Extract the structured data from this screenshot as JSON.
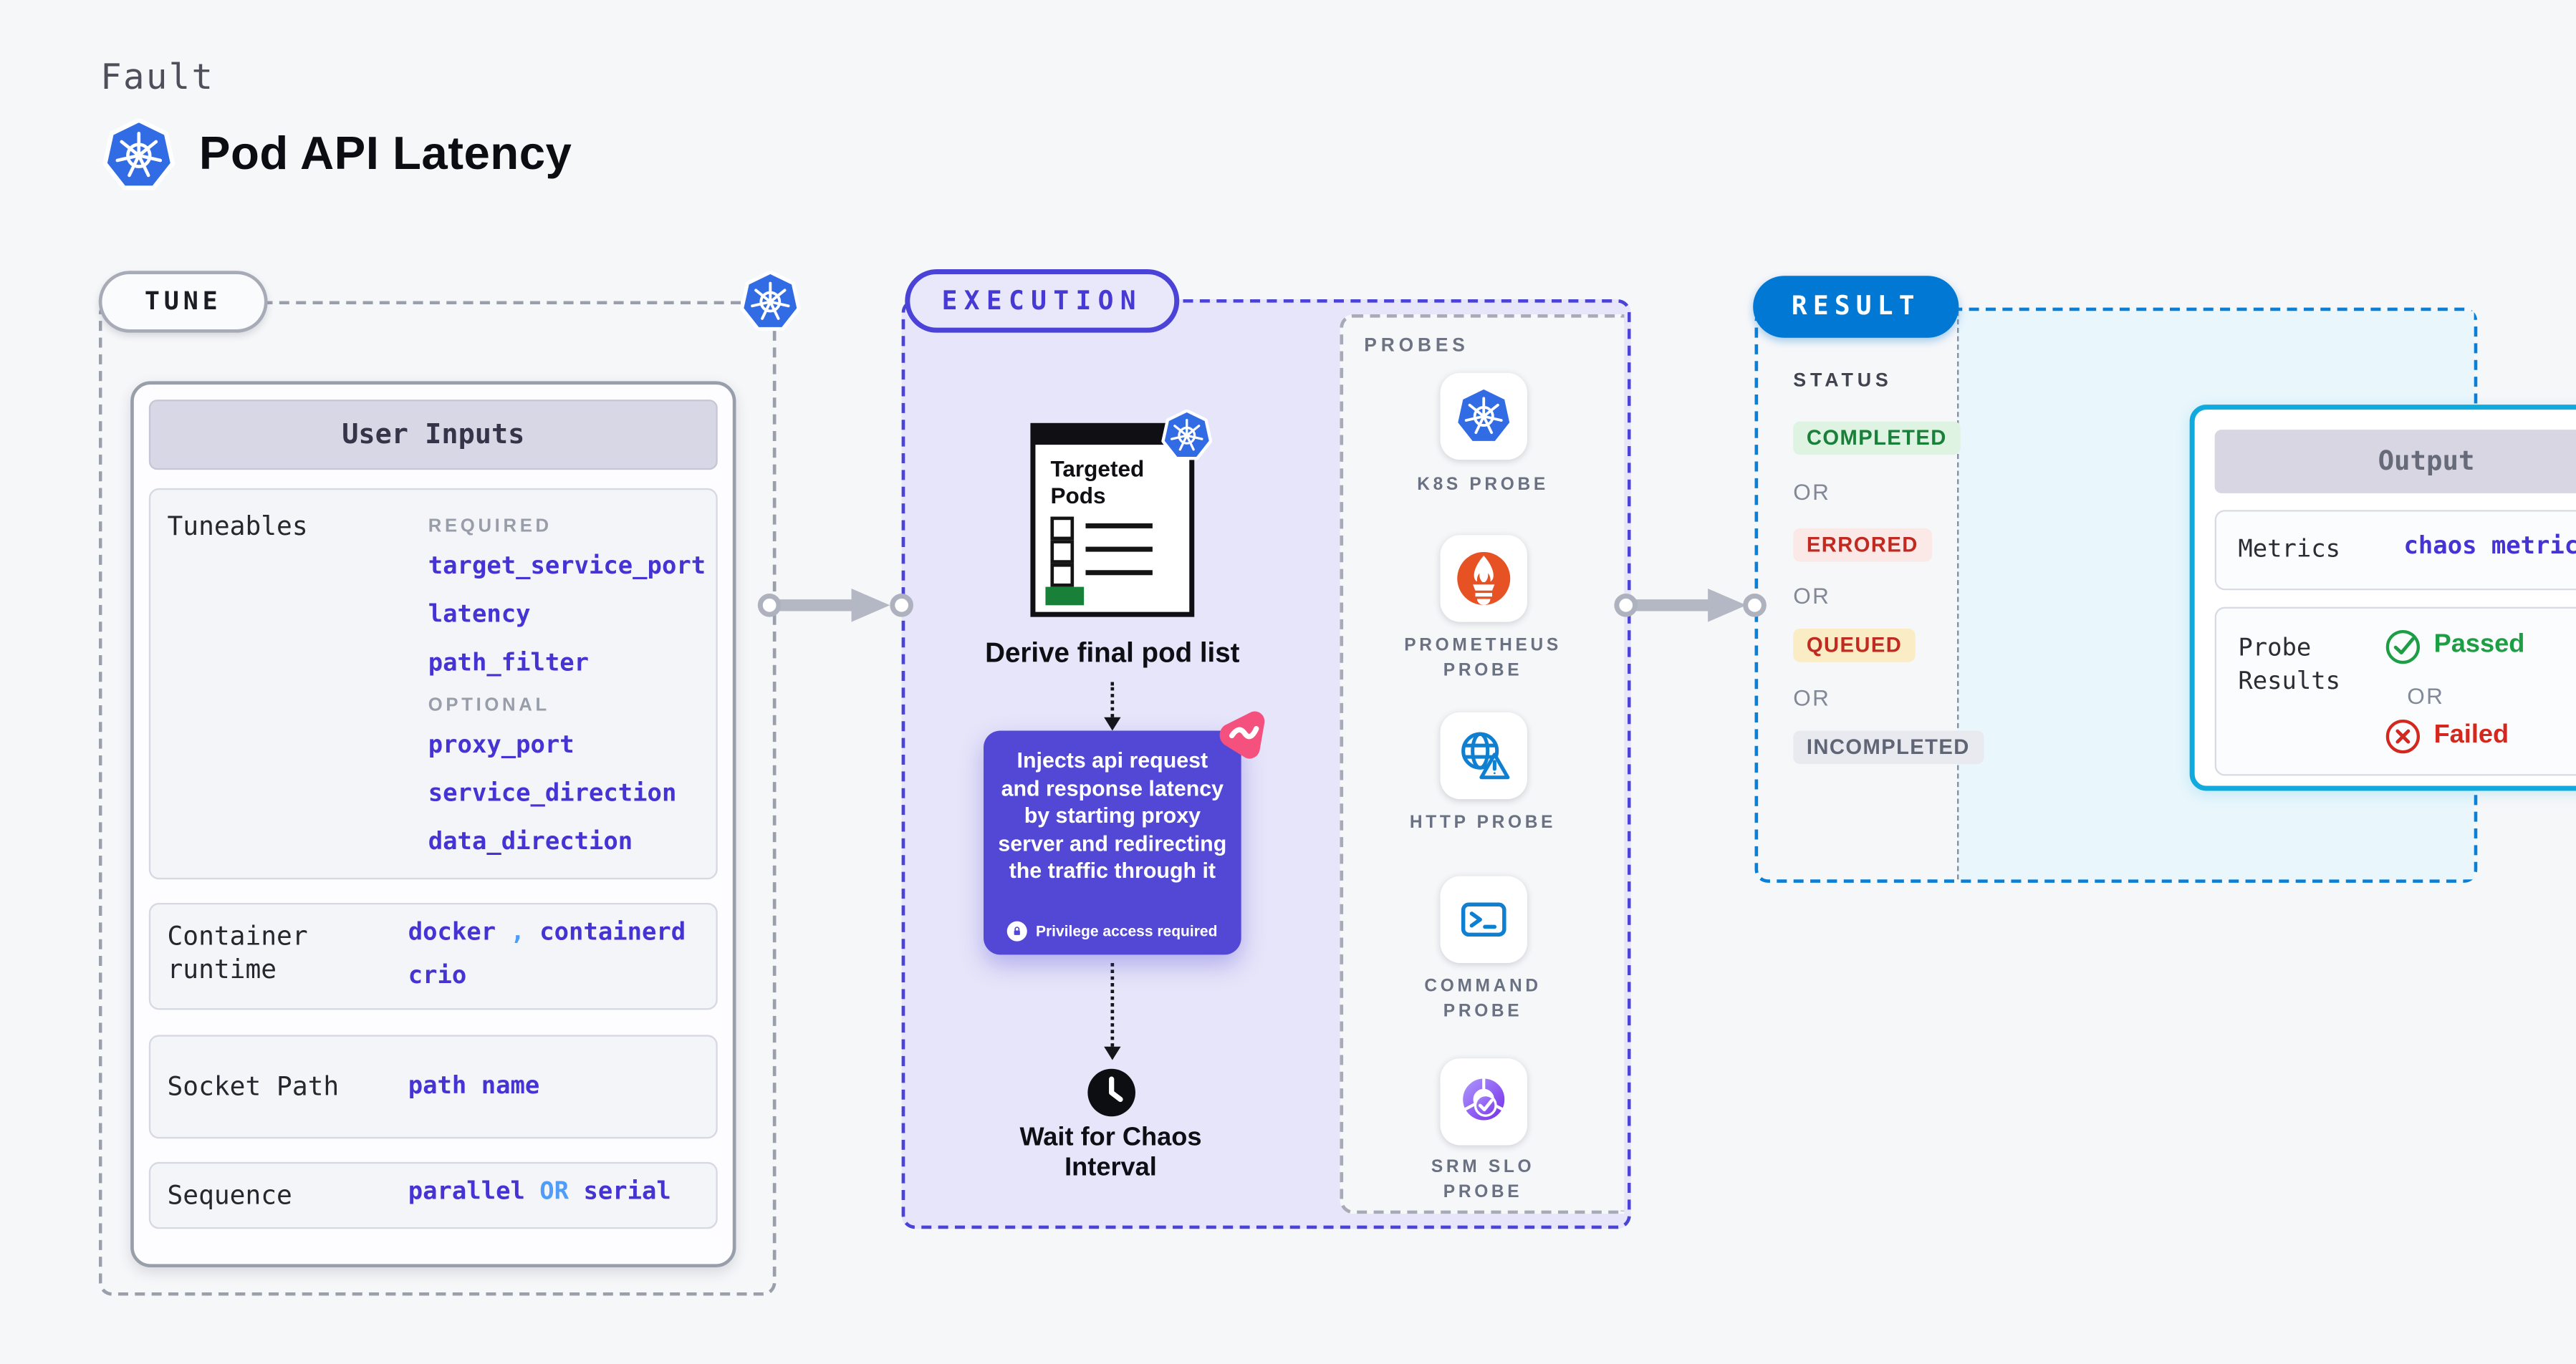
{
  "palette": {
    "page_bg": "#f6f7f9",
    "k8s_blue": "#326ce5",
    "execution_indigo": "#4b42d7",
    "execution_bg": "#e6e5f9",
    "inject_box_purple": "#5348d5",
    "chaos_pink": "#f4517f",
    "prometheus_orange": "#e75225",
    "probe_blue": "#0e7fd1",
    "srm_purple": "#7c3aed",
    "result_blue": "#0278d5",
    "output_cyan_border": "#10aade",
    "output_area_bg": "#e9f6fc",
    "link_indigo": "#4533d4",
    "or_light_blue": "#4f9df8",
    "arrow_gray": "#b4b7c4",
    "pods_green": "#188038"
  },
  "header": {
    "kicker": "Fault",
    "title": "Pod API Latency"
  },
  "tune": {
    "pill": "TUNE",
    "card": {
      "title": "User Inputs",
      "tuneables": {
        "label": "Tuneables",
        "required_label": "REQUIRED",
        "required": [
          "target_service_port",
          "latency",
          "path_filter"
        ],
        "optional_label": "OPTIONAL",
        "optional": [
          "proxy_port",
          "service_direction",
          "data_direction"
        ]
      },
      "container_runtime": {
        "label": "Container runtime",
        "value_1": "docker",
        "separator": ",",
        "value_2": "containerd",
        "value_3": "crio"
      },
      "socket_path": {
        "label": "Socket Path",
        "value": "path name"
      },
      "sequence": {
        "label": "Sequence",
        "value_1": "parallel",
        "or": "OR",
        "value_2": "serial"
      }
    }
  },
  "execution": {
    "pill": "EXECUTION",
    "targeted_pods_title": "Targeted Pods",
    "derive_label": "Derive final pod list",
    "inject_note": "Injects api request and response latency by starting proxy server and redirecting the traffic through it",
    "privilege_note": "Privilege access required",
    "wait_label": "Wait for Chaos Interval"
  },
  "probes": {
    "title": "PROBES",
    "items": [
      {
        "icon": "k8s-icon",
        "label": "K8S PROBE"
      },
      {
        "icon": "prometheus-icon",
        "label": "PROMETHEUS PROBE"
      },
      {
        "icon": "http-icon",
        "label": "HTTP PROBE"
      },
      {
        "icon": "command-icon",
        "label": "COMMAND PROBE"
      },
      {
        "icon": "srm-slo-icon",
        "label": "SRM SLO PROBE"
      }
    ]
  },
  "result": {
    "pill": "RESULT",
    "status": {
      "title": "STATUS",
      "or": "OR",
      "badges": [
        {
          "label": "COMPLETED",
          "fg": "#188038",
          "bg": "#def3e2"
        },
        {
          "label": "ERRORED",
          "fg": "#c12a21",
          "bg": "#fbe9e7"
        },
        {
          "label": "QUEUED",
          "fg": "#c12a21",
          "bg": "#faecc5"
        },
        {
          "label": "INCOMPLETED",
          "fg": "#5f6575",
          "bg": "#e9eaf0"
        }
      ]
    },
    "output": {
      "title": "Output",
      "metrics_label": "Metrics",
      "metrics_value": "chaos metrics",
      "probe_results_label": "Probe Results",
      "passed": "Passed",
      "or": "OR",
      "failed": "Failed"
    }
  }
}
